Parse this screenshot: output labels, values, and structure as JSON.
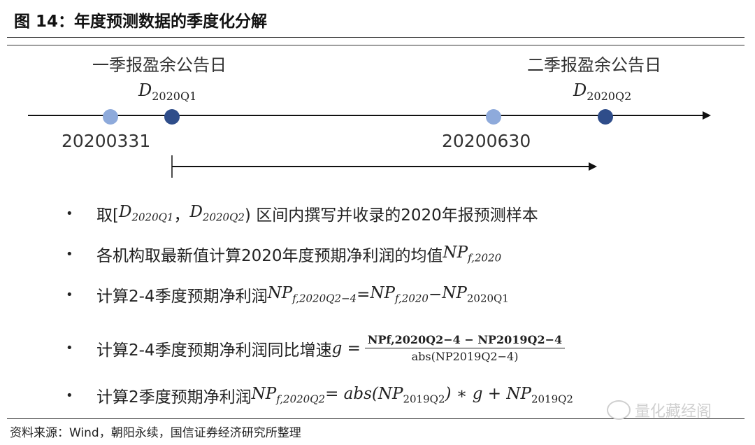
{
  "title": "图 14：年度预测数据的季度化分解",
  "timeline": {
    "left_event_label": "一季报盈余公告日",
    "left_event_symbol": "D",
    "left_event_sub": "2020Q1",
    "right_event_label": "二季报盈余公告日",
    "right_event_symbol": "D",
    "right_event_sub": "2020Q2",
    "date_q1": "20200331",
    "date_q2": "20200630",
    "colors": {
      "light_dot": "#8eaadb",
      "dark_dot": "#2f4d8a",
      "line": "#111111"
    }
  },
  "bullets": {
    "b1_prefix": "取[",
    "b1_d": "D",
    "b1_sub1": "2020Q1",
    "b1_comma": "，",
    "b1_sub2": "2020Q2",
    "b1_suffix": ") 区间内撰写并收录的2020年报预测样本",
    "b2_text": "各机构取最新值计算2020年度预期净利润的均值 ",
    "b2_np": "NP",
    "b2_sub": "f,2020",
    "b3_text": "计算2-4季度预期净利润 ",
    "b3_np": "NP",
    "b3_sub1": "f,2020Q2−4",
    "b3_eq": " = ",
    "b3_np2": "NP",
    "b3_sub2": "f,2020",
    "b3_minus": " − ",
    "b3_np3": "NP",
    "b3_sub3": "2020Q1",
    "b4_text": "计算2-4季度预期净利润同比增速  ",
    "b4_g": "g =",
    "b4_num": "NPf,2020Q2−4 − NP2019Q2−4",
    "b4_den": "abs(NP2019Q2−4)",
    "b5_text": "计算2季度预期净利润",
    "b5_np": "NP",
    "b5_sub": "f,2020Q2",
    "b5_eq": " = abs(NP",
    "b5_sub2": "2019Q2",
    "b5_rest": ") ∗ g + NP",
    "b5_sub3": "2019Q2"
  },
  "source": "资料来源：Wind，朝阳永续，国信证券经济研究所整理",
  "watermark": "量化藏经阁"
}
